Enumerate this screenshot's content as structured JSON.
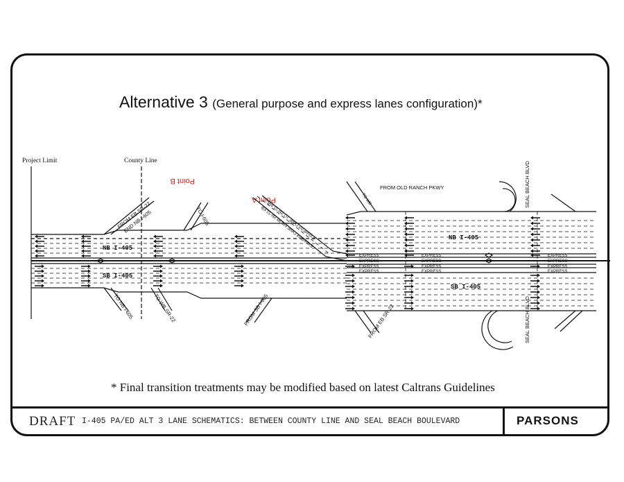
{
  "title": {
    "main": "Alternative 3",
    "sub": "(General purpose and express lanes configuration)*"
  },
  "labels": {
    "project_limit": "Project Limit",
    "county_line": "County Line",
    "point_b": "Point B",
    "point_a": "Point A",
    "nb_route_left": "NB I-405",
    "sb_route_left": "SB I-405",
    "nb_route_right": "NB I-405",
    "sb_route_right": "SB I-405",
    "from_old_ranch": "FROM OLD RANCH PKWY",
    "to_wb": "TO WB",
    "from_eb_sr22": "FROM EB SR-22",
    "end_nb_i605": "END NB I-605",
    "to_i605": "TO I-605",
    "to_nb_i605": "TO NB I-605",
    "to_wb_sr22": "TO WB SR-22",
    "from_sb_i605": "FROM SB I-605",
    "from_eb_sr22_lower": "FROM EB SR-22",
    "seal_beach_top": "SEAL BEACH BLVD",
    "seal_beach_bottom": "SEAL BEACH BLVD",
    "express_connector_1": "EXPRESS LANE TO SR-22 WB",
    "express_connector_2": "EXPRESS LANE FROM SR-22 EB",
    "express": "EXPRESS"
  },
  "footnote": "* Final transition treatments may be modified based on latest Caltrans Guidelines",
  "titleblock": {
    "status": "DRAFT",
    "description": "I-405 PA/ED ALT 3 LANE SCHEMATICS: BETWEEN COUNTY LINE AND SEAL BEACH BOULEVARD",
    "firm": "PARSONS"
  },
  "colors": {
    "line": "#111111",
    "point_label": "#cc2222"
  }
}
